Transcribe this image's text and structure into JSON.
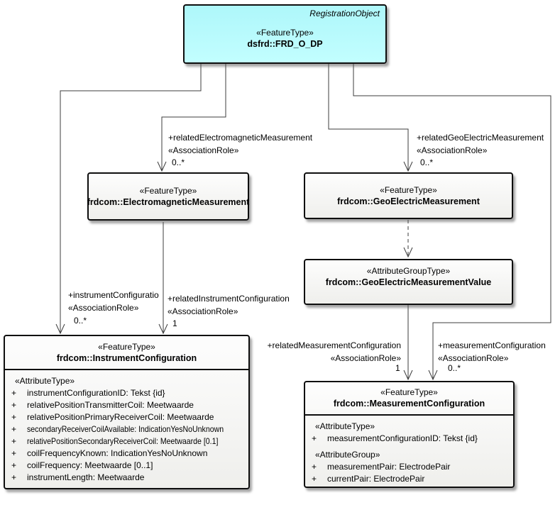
{
  "colors": {
    "registration_fill": "#b2fbfe",
    "node_fill": "#f7f7f5",
    "border": "#0e0e0e",
    "connector": "#3c3c3c"
  },
  "nodes": {
    "frd": {
      "tag": "RegistrationObject",
      "stereotype": "«FeatureType»",
      "name": "dsfrd::FRD_O_DP"
    },
    "em": {
      "stereotype": "«FeatureType»",
      "name": "frdcom::ElectromagneticMeasurement"
    },
    "ge": {
      "stereotype": "«FeatureType»",
      "name": "frdcom::GeoElectricMeasurement"
    },
    "gev": {
      "stereotype": "«AttributeGroupType»",
      "name": "frdcom::GeoElectricMeasurementValue"
    },
    "ic": {
      "stereotype": "«FeatureType»",
      "name": "frdcom::InstrumentConfiguration",
      "attr_header": "«AttributeType»",
      "attrs": [
        {
          "vis": "+",
          "text": "instrumentConfigurationID: Tekst {id}"
        },
        {
          "vis": "+",
          "text": "relativePositionTransmitterCoil: Meetwaarde"
        },
        {
          "vis": "+",
          "text": "relativePositionPrimaryReceiverCoil: Meetwaarde"
        },
        {
          "vis": "+",
          "text": "secondaryReceiverCoilAvailable: IndicationYesNoUnknown"
        },
        {
          "vis": "+",
          "text": "relativePositionSecondaryReceiverCoil: Meetwaarde [0.1]"
        },
        {
          "vis": "+",
          "text": "coilFrequencyKnown: IndicationYesNoUnknown"
        },
        {
          "vis": "+",
          "text": "coilFrequency: Meetwaarde [0..1]"
        },
        {
          "vis": "+",
          "text": "instrumentLength: Meetwaarde"
        }
      ]
    },
    "mc": {
      "stereotype": "«FeatureType»",
      "name": "frdcom::MeasurementConfiguration",
      "attr_header": "«AttributeType»",
      "attrs": [
        {
          "vis": "+",
          "text": "measurementConfigurationID: Tekst {id}"
        }
      ],
      "group_header": "«AttributeGroup»",
      "group_attrs": [
        {
          "vis": "+",
          "text": "measurementPair: ElectrodePair"
        },
        {
          "vis": "+",
          "text": "currentPair: ElectrodePair"
        }
      ]
    }
  },
  "edges": {
    "rel_em": {
      "name": "+relatedElectromagneticMeasurement",
      "stereotype": "«AssociationRole»",
      "mult": "0..*"
    },
    "rel_ge": {
      "name": "+relatedGeoElectricMeasurement",
      "stereotype": "«AssociationRole»",
      "mult": "0..*"
    },
    "inst_conf": {
      "name": "+instrumentConfiguratio",
      "stereotype": "«AssociationRole»",
      "mult": "0..*"
    },
    "rel_inst_conf": {
      "name": "+relatedInstrumentConfiguration",
      "stereotype": "«AssociationRole»",
      "mult": "1"
    },
    "rel_meas_conf": {
      "name": "+relatedMeasurementConfiguration",
      "stereotype": "«AssociationRole»",
      "mult": "1"
    },
    "meas_conf": {
      "name": "+measurementConfiguration",
      "stereotype": "«AssociationRole»",
      "mult": "0..*"
    }
  }
}
